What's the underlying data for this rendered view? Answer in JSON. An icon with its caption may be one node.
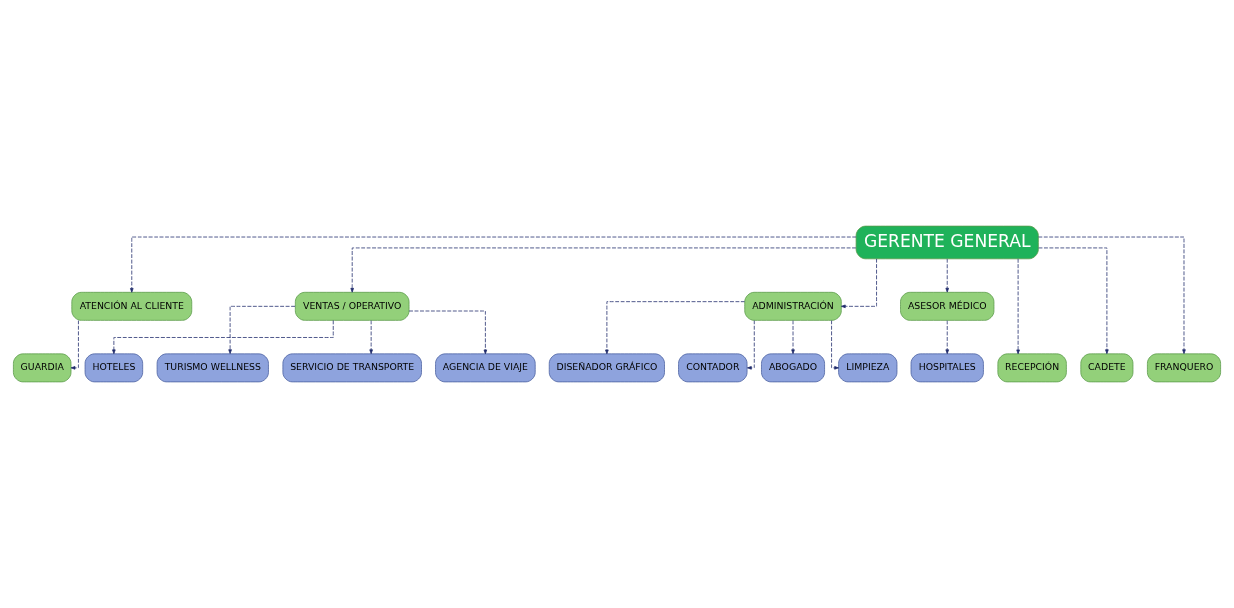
{
  "diagram": {
    "nodes": [
      {
        "text": [
          "GERENTE GENERAL"
        ]
      },
      {
        "text": [
          "ATENCIÓN AL CLIENTE"
        ]
      },
      {
        "text": [
          "VENTAS / OPERATIVO"
        ]
      },
      {
        "text": [
          "ADMINISTRACIÓN"
        ]
      },
      {
        "text": [
          "ASESOR MÉDICO"
        ]
      },
      {
        "text": [
          "GUARDIA"
        ]
      },
      {
        "text": [
          "RECEPCIÓN"
        ]
      },
      {
        "text": [
          "CADETE"
        ]
      },
      {
        "text": [
          "FRANQUERO"
        ]
      },
      {
        "text": [
          "HOSPITALES"
        ]
      },
      {
        "text": [
          "HOTELES"
        ]
      },
      {
        "text": [
          "TURISMO WELLNESS"
        ]
      },
      {
        "text": [
          "SERVICIO DE TRANSPORTE"
        ]
      },
      {
        "text": [
          "AGENCIA DE VIAJE"
        ]
      },
      {
        "text": [
          "DISEÑADOR GRÁFICO"
        ]
      },
      {
        "text": [
          "CONTADOR"
        ]
      },
      {
        "text": [
          "ABOGADO"
        ]
      },
      {
        "text": [
          "LIMPIEZA"
        ]
      }
    ],
    "edges": [
      {
        "from": 0,
        "to": 1,
        "arrow": "to",
        "style": "dashed"
      },
      {
        "from": 0,
        "to": 2,
        "arrow": "to",
        "style": "dashed"
      },
      {
        "from": 0,
        "to": 6,
        "arrow": "to",
        "style": "dashed"
      },
      {
        "from": 0,
        "to": 7,
        "arrow": "to",
        "style": "dashed"
      },
      {
        "from": 0,
        "to": 8,
        "arrow": "to",
        "style": "dashed"
      },
      {
        "from": 0,
        "to": 3,
        "arrow": "to",
        "style": "dashed"
      },
      {
        "from": 0,
        "to": 4,
        "arrow": "to",
        "style": "dashed"
      },
      {
        "from": 1,
        "to": 5,
        "arrow": "to",
        "style": "dashed"
      },
      {
        "from": 2,
        "to": 10,
        "arrow": "to",
        "style": "dashed"
      },
      {
        "from": 2,
        "to": 11,
        "arrow": "to",
        "style": "dashed"
      },
      {
        "from": 2,
        "to": 12,
        "arrow": "to",
        "style": "dashed"
      },
      {
        "from": 2,
        "to": 13,
        "arrow": "to",
        "style": "dashed"
      },
      {
        "from": 3,
        "to": 14,
        "arrow": "to",
        "style": "dashed"
      },
      {
        "from": 3,
        "to": 15,
        "arrow": "to",
        "style": "dashed"
      },
      {
        "from": 3,
        "to": 16,
        "arrow": "to",
        "style": "dashed"
      },
      {
        "from": 3,
        "to": 17,
        "arrow": "to",
        "style": "dashed"
      },
      {
        "from": 4,
        "to": 9,
        "arrow": "to",
        "style": "dashed"
      }
    ]
  }
}
